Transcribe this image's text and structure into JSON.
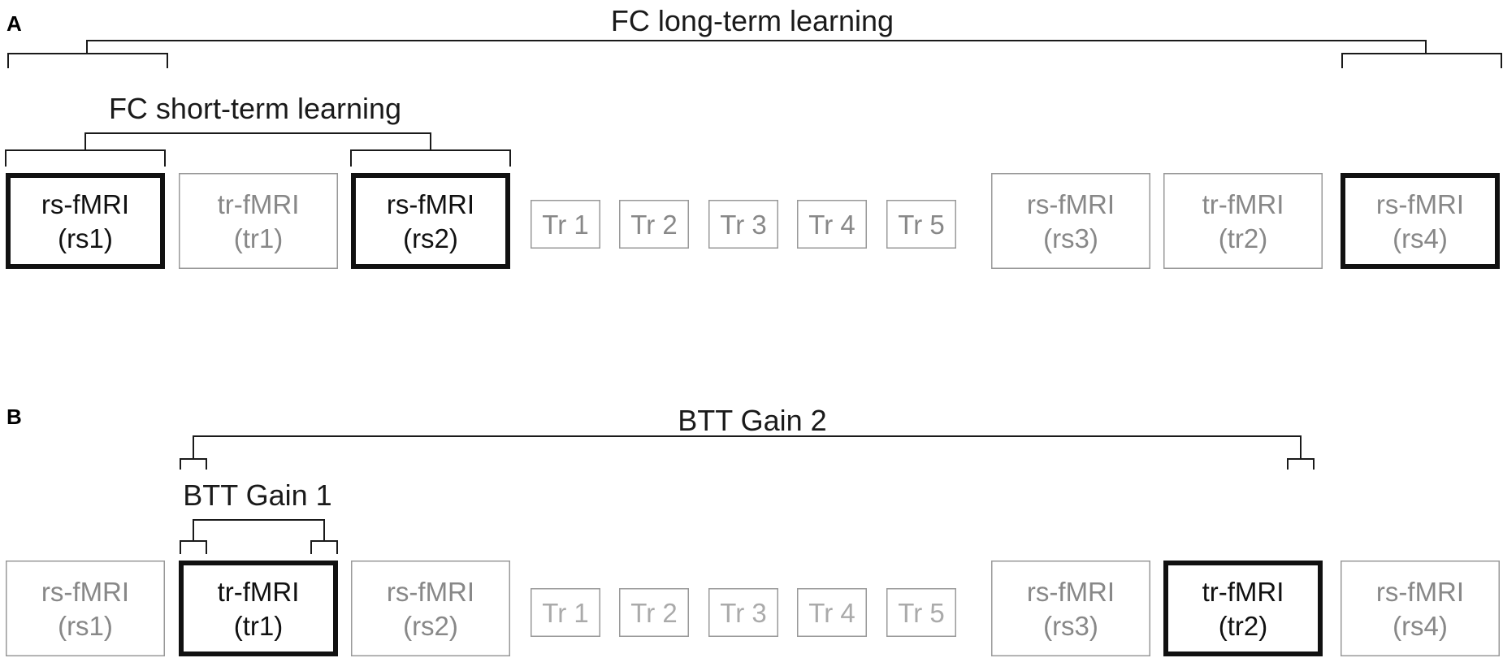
{
  "colors": {
    "active": "#111111",
    "inactive": "#888888",
    "inactive_light": "#aaaaaa",
    "border_thin": "#999999"
  },
  "panel_a": {
    "letter": "A",
    "long_label": "FC long-term learning",
    "short_label": "FC short-term learning",
    "boxes": [
      {
        "line1": "rs-fMRI",
        "line2": "(rs1)",
        "emphasis": "bold"
      },
      {
        "line1": "tr-fMRI",
        "line2": "(tr1)",
        "emphasis": "none"
      },
      {
        "line1": "rs-fMRI",
        "line2": "(rs2)",
        "emphasis": "bold"
      },
      {
        "line1": "Tr 1",
        "line2": "",
        "emphasis": "none"
      },
      {
        "line1": "Tr 2",
        "line2": "",
        "emphasis": "none"
      },
      {
        "line1": "Tr 3",
        "line2": "",
        "emphasis": "none"
      },
      {
        "line1": "Tr 4",
        "line2": "",
        "emphasis": "none"
      },
      {
        "line1": "Tr 5",
        "line2": "",
        "emphasis": "none"
      },
      {
        "line1": "rs-fMRI",
        "line2": "(rs3)",
        "emphasis": "none"
      },
      {
        "line1": "tr-fMRI",
        "line2": "(tr2)",
        "emphasis": "none"
      },
      {
        "line1": "rs-fMRI",
        "line2": "(rs4)",
        "emphasis": "border"
      }
    ]
  },
  "panel_b": {
    "letter": "B",
    "gain2_label": "BTT Gain 2",
    "gain1_label": "BTT Gain 1",
    "boxes": [
      {
        "line1": "rs-fMRI",
        "line2": "(rs1)",
        "emphasis": "none"
      },
      {
        "line1": "tr-fMRI",
        "line2": "(tr1)",
        "emphasis": "bold"
      },
      {
        "line1": "rs-fMRI",
        "line2": "(rs2)",
        "emphasis": "none"
      },
      {
        "line1": "Tr 1",
        "line2": "",
        "emphasis": "faint"
      },
      {
        "line1": "Tr 2",
        "line2": "",
        "emphasis": "faint"
      },
      {
        "line1": "Tr 3",
        "line2": "",
        "emphasis": "faint"
      },
      {
        "line1": "Tr 4",
        "line2": "",
        "emphasis": "faint"
      },
      {
        "line1": "Tr 5",
        "line2": "",
        "emphasis": "faint"
      },
      {
        "line1": "rs-fMRI",
        "line2": "(rs3)",
        "emphasis": "none"
      },
      {
        "line1": "tr-fMRI",
        "line2": "(tr2)",
        "emphasis": "bold"
      },
      {
        "line1": "rs-fMRI",
        "line2": "(rs4)",
        "emphasis": "none"
      }
    ]
  }
}
